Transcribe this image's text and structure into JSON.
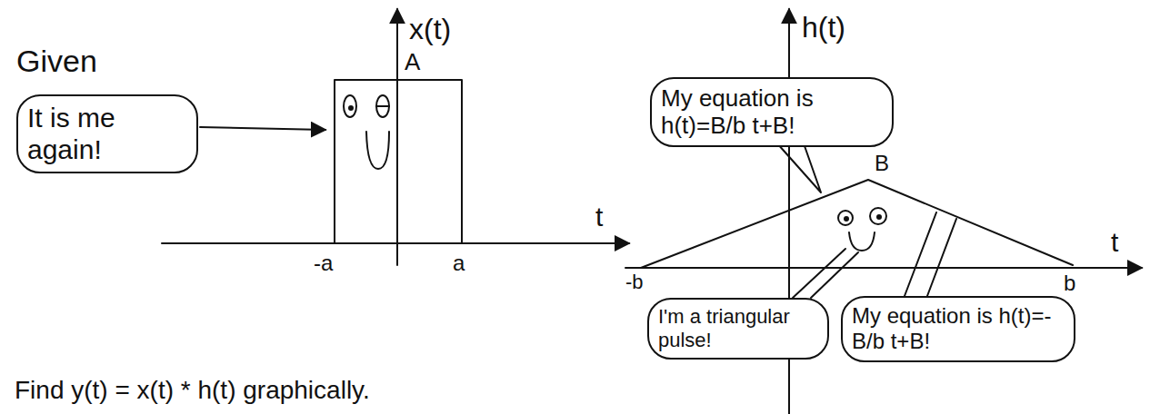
{
  "diagram": {
    "nodes": [
      {
        "text": [
          "It is me again!"
        ]
      },
      {
        "text": [
          "My equation is h(t)=B/b t+B!"
        ]
      },
      {
        "text": [
          "I'm a triangular pulse!"
        ]
      },
      {
        "text": [
          "My equation is h(t)=-B/b t+B!"
        ]
      }
    ],
    "labels": [
      "Given",
      "x(t)",
      "A",
      "-a",
      "a",
      "t",
      "h(t)",
      "B",
      "-b",
      "b",
      "t",
      "Find y(t) = x(t) * h(t) graphically."
    ]
  }
}
